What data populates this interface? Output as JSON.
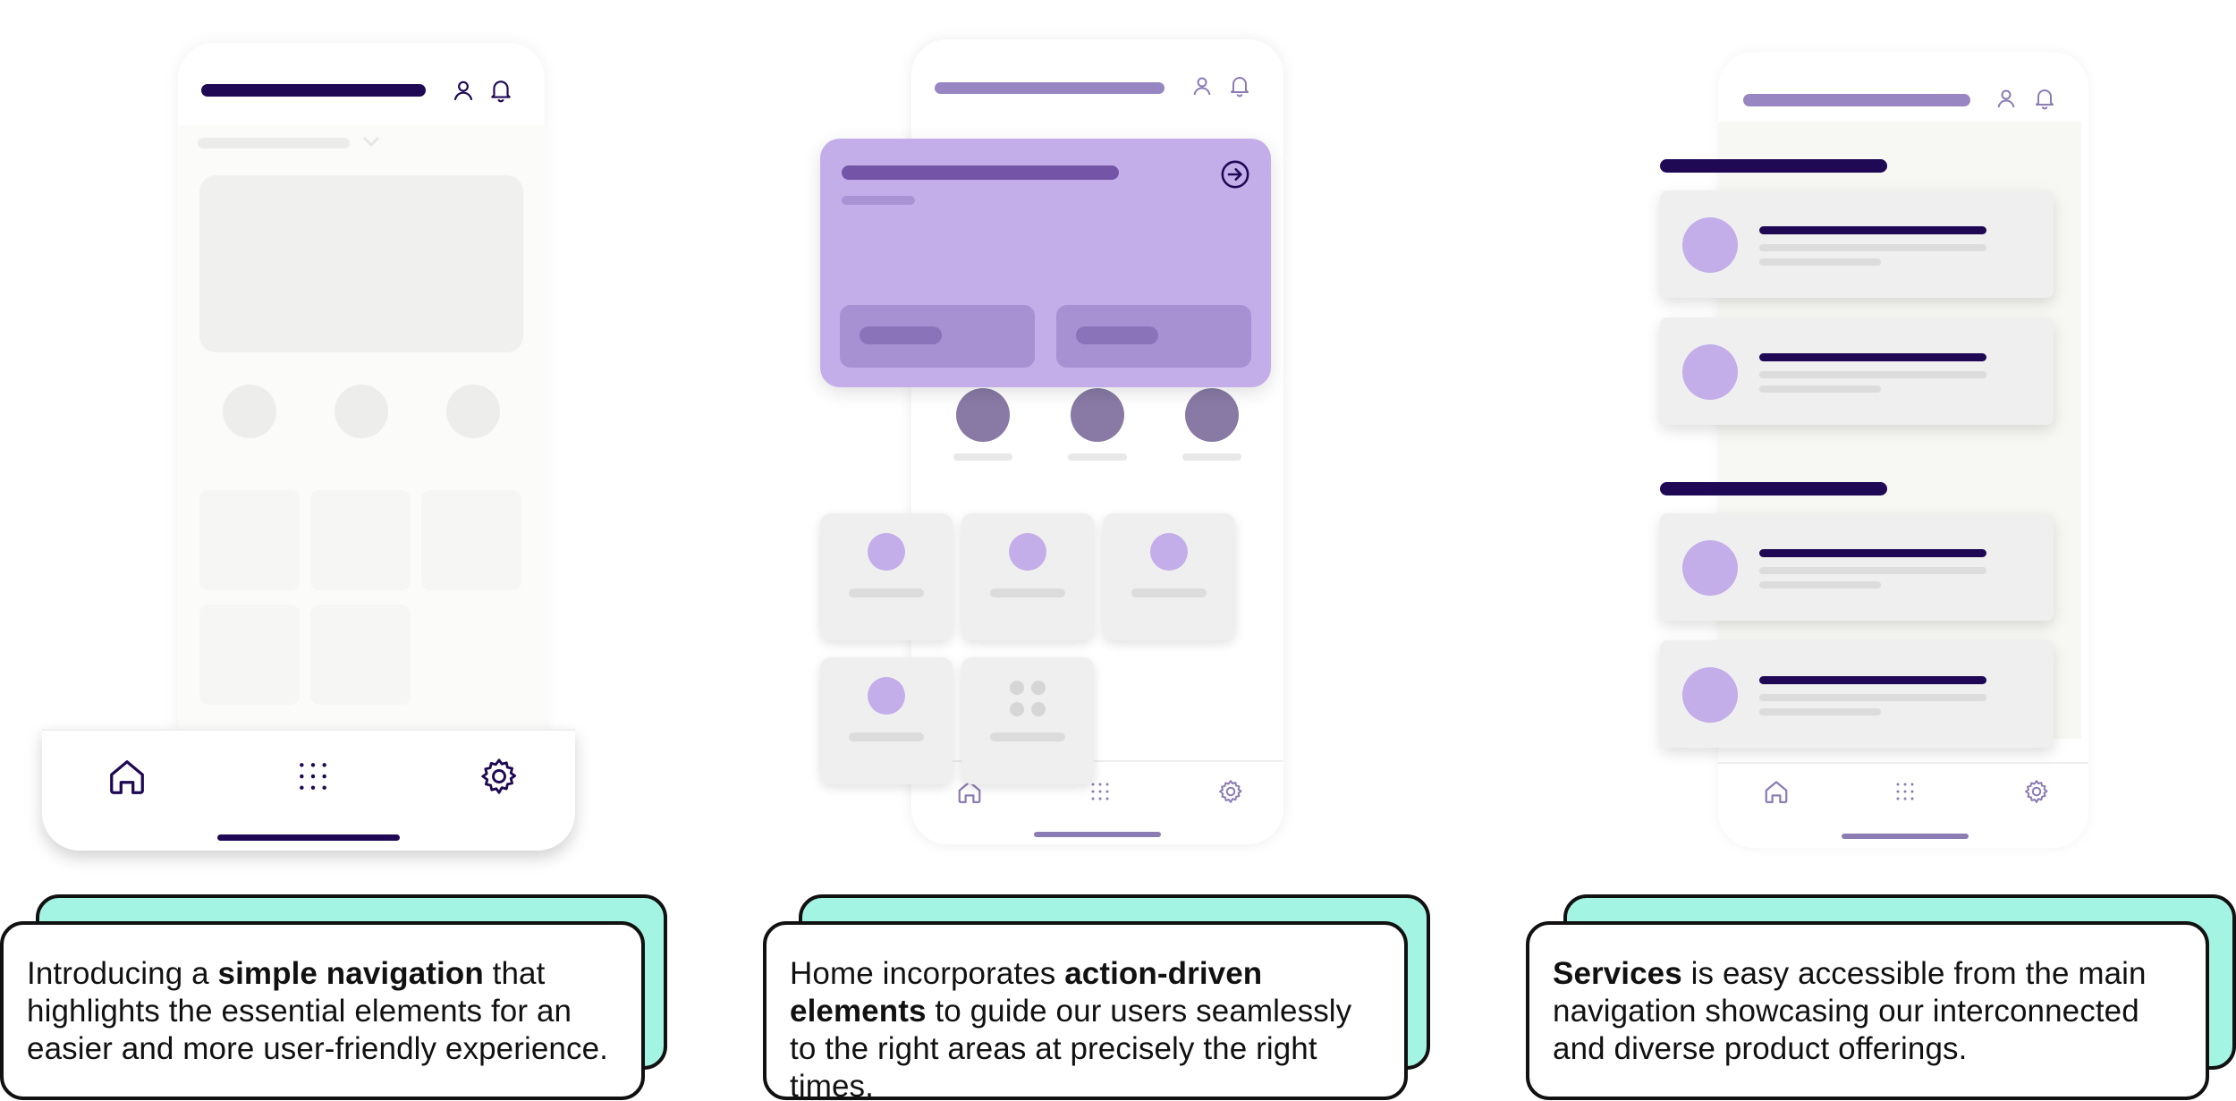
{
  "colors": {
    "brand_dark": "#1f0854",
    "brand_light": "#c3aeea",
    "brand_mid": "#8c7cb4",
    "card_grey": "#efefef",
    "caption_accent": "#a4f4e3"
  },
  "panels": [
    {
      "name": "simple-navigation",
      "nav_icons": [
        "home-icon",
        "apps-grid-icon",
        "settings-gear-icon"
      ],
      "caption": {
        "part1": "Introducing a ",
        "bold": "simple navigation",
        "part2": " that highlights the essential elements for an easier  and more user-friendly experience."
      }
    },
    {
      "name": "action-driven-home",
      "nav_icons": [
        "home-icon",
        "apps-grid-icon",
        "settings-gear-icon"
      ],
      "caption": {
        "part1": "Home incorporates ",
        "bold": "action-driven elements",
        "part2": " to guide our users seamlessly to the right areas at precisely the right times."
      }
    },
    {
      "name": "services",
      "nav_icons": [
        "home-icon",
        "apps-grid-icon",
        "settings-gear-icon"
      ],
      "caption": {
        "part1": "",
        "bold": "Services",
        "part2": " is easy accessible from the main navigation showcasing our interconnected and diverse product offerings."
      }
    }
  ]
}
